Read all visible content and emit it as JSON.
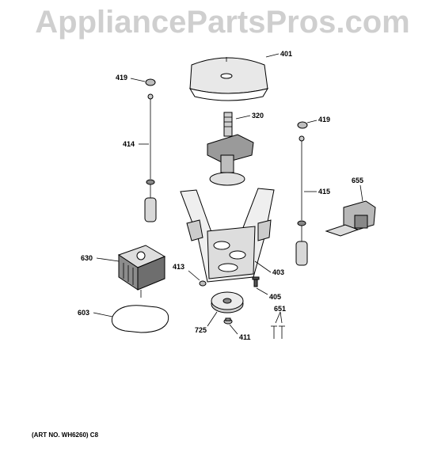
{
  "watermark": "AppliancePartsPros.com",
  "art_note": "(ART NO. WH6260) C8",
  "labels": {
    "p401": "401",
    "p419a": "419",
    "p419b": "419",
    "p320": "320",
    "p414": "414",
    "p415": "415",
    "p655": "655",
    "p630": "630",
    "p413": "413",
    "p403": "403",
    "p405": "405",
    "p603": "603",
    "p651": "651",
    "p725": "725",
    "p411": "411"
  }
}
